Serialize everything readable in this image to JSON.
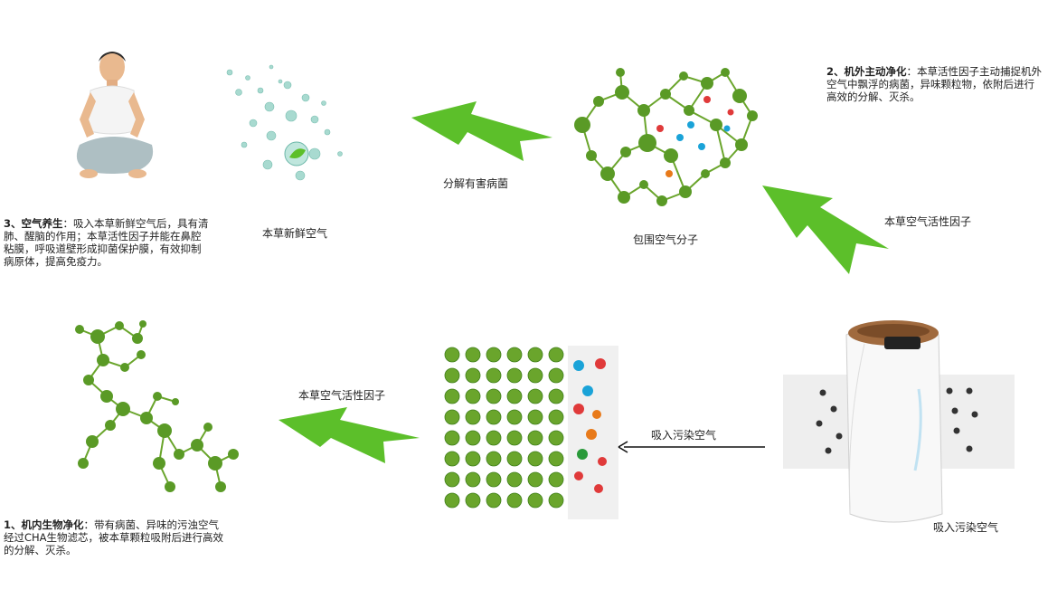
{
  "labels": {
    "decompose": "分解有害病菌",
    "fresh_air": "本草新鲜空气",
    "wrap_molecule": "包围空气分子",
    "active_factor_top": "本草空气活性因子",
    "active_factor_bottom": "本草空气活性因子",
    "inhale_arrow": "吸入污染空气",
    "inhale_device": "吸入污染空气"
  },
  "steps": {
    "step3": {
      "title": "3、空气养生",
      "text": "：吸入本草新鲜空气后，具有清肺、醒脑的作用；本草活性因子并能在鼻腔粘膜，呼吸道壁形成抑菌保护膜，有效抑制病原体，提高免疫力。"
    },
    "step2": {
      "title": "2、机外主动净化",
      "text": "：本草活性因子主动捕捉机外空气中飘浮的病菌，异味颗粒物，依附后进行高效的分解、灭杀。"
    },
    "step1": {
      "title": "1、机内生物净化",
      "text": "：带有病菌、异味的污浊空气经过CHA生物滤芯，被本草颗粒吸附后进行高效的分解、灭杀。"
    }
  },
  "colors": {
    "arrow_green": "#5cbf2a",
    "leaf_green": "#6aa52c",
    "dark_green": "#3f7f1a",
    "bubble": "#8fd0c4"
  }
}
